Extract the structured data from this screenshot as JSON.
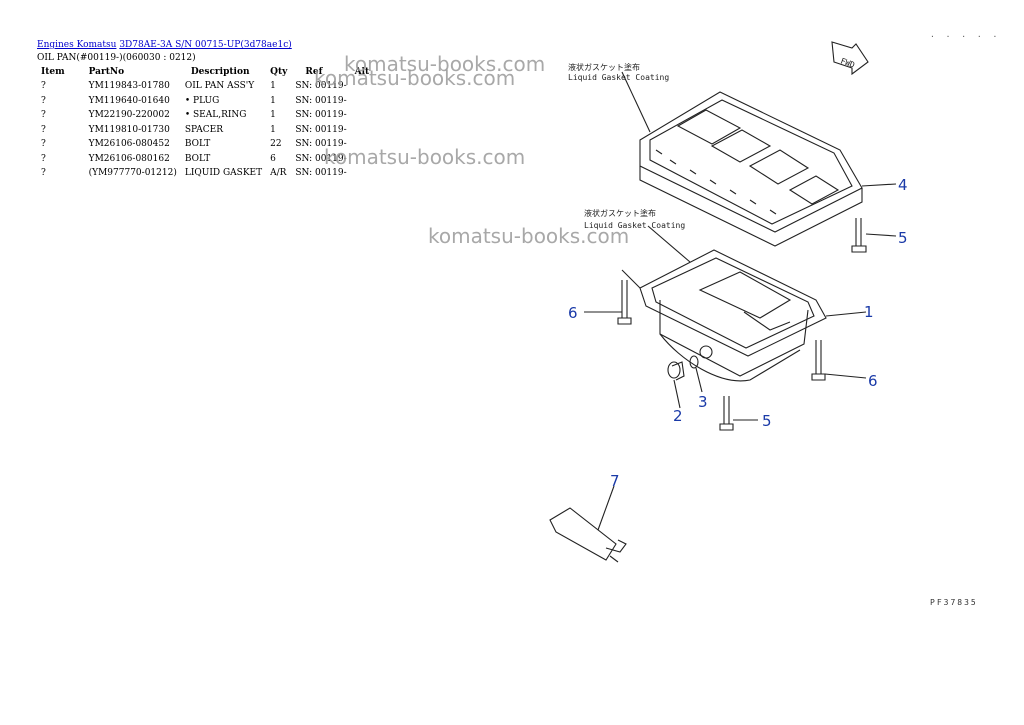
{
  "breadcrumb": {
    "link1": "Engines Komatsu",
    "link2": "3D78AE-3A S/N 00715-UP(3d78ae1c)"
  },
  "subtitle": "OIL PAN(#00119-)(060030 : 0212)",
  "table": {
    "headers": [
      "Item",
      "PartNo",
      "Description",
      "Qty",
      "Ref",
      "Alt"
    ],
    "rows": [
      [
        "?",
        "YM119843-01780",
        "OIL PAN ASS'Y",
        "1",
        "SN: 00119-",
        ""
      ],
      [
        "?",
        "YM119640-01640",
        "• PLUG",
        "1",
        "SN: 00119-",
        ""
      ],
      [
        "?",
        "YM22190-220002",
        "• SEAL,RING",
        "1",
        "SN: 00119-",
        ""
      ],
      [
        "?",
        "YM119810-01730",
        "SPACER",
        "1",
        "SN: 00119-",
        ""
      ],
      [
        "?",
        "YM26106-080452",
        "BOLT",
        "22",
        "SN: 00119-",
        ""
      ],
      [
        "?",
        "YM26106-080162",
        "BOLT",
        "6",
        "SN: 00119-",
        ""
      ],
      [
        "?",
        "(YM977770-01212)",
        "LIQUID GASKET",
        "A/R",
        "SN: 00119-",
        ""
      ]
    ]
  },
  "watermark": "komatsu-books.com",
  "diagram": {
    "annotation_jp": "液状ガスケット塗布",
    "annotation_en": "Liquid Gasket Coating",
    "fwd": "FWD",
    "callouts": [
      "4",
      "5",
      "6",
      "1",
      "6",
      "3",
      "2",
      "5",
      "7"
    ],
    "code": "PF37835",
    "top_marks": "· · · · ·"
  },
  "colors": {
    "link": "#0000cc",
    "callout": "#1a3aa8"
  }
}
